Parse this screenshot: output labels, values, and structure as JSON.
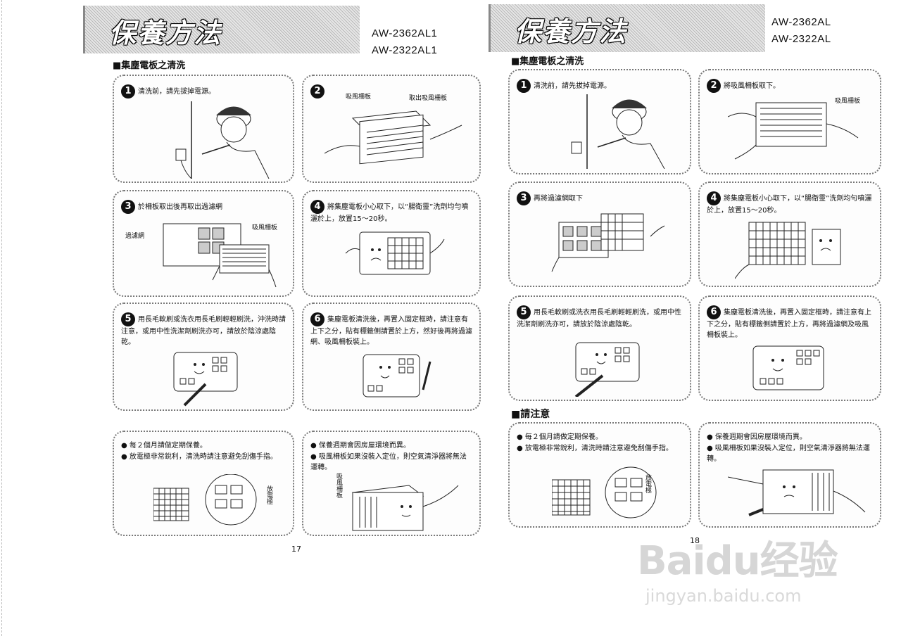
{
  "left": {
    "title": "保養方法",
    "models": [
      "AW-2362AL1",
      "AW-2322AL1"
    ],
    "section1": "■集塵電板之清洗",
    "cards": [
      {
        "num": "1",
        "text": "清洗前，請先拔掉電源。",
        "labels": []
      },
      {
        "num": "2",
        "text": "",
        "labels": [
          "吸風柵板",
          "取出吸風柵板"
        ]
      },
      {
        "num": "3",
        "text": "於柵板取出後再取出過濾網",
        "labels": [
          "過濾網",
          "吸風柵板"
        ]
      },
      {
        "num": "4",
        "text": "將集塵電板小心取下，以“腸衛靈”洗劑均勻噴灑於上，放置15～20秒。",
        "labels": []
      },
      {
        "num": "5",
        "text": "用長毛軟刷或洗衣用長毛刷輕輕刷洗，沖洗時請注意，或用中性洗潔劑刷洗亦可，請放於陰涼處陰乾。",
        "labels": []
      },
      {
        "num": "6",
        "text": "集塵電板清洗後，再置入固定框時，請注意有上下之分，貼有標籤側請置於上方，然好後再將過濾網、吸風柵板裝上。",
        "labels": []
      }
    ],
    "notes": [
      {
        "bullets": [
          "每２個月請做定期保養。",
          "放電極非常銳利，清洗時請注意避免刮傷手指。"
        ],
        "labels": [
          "放電極"
        ]
      },
      {
        "bullets": [
          "保養週期會因房屋環境而異。",
          "吸風柵板如果沒裝入定位，則空氣清淨器將無法運轉。"
        ],
        "labels": [
          "吸風柵板"
        ]
      }
    ],
    "page_number": "17"
  },
  "right": {
    "title": "保養方法",
    "models": [
      "AW-2362AL",
      "AW-2322AL"
    ],
    "section1": "■集塵電板之清洗",
    "section2": "■請注意",
    "cards": [
      {
        "num": "1",
        "text": "清洗前，請先拔掉電源。",
        "labels": []
      },
      {
        "num": "2",
        "text": "將吸風柵板取下。",
        "labels": [
          "吸風柵板"
        ]
      },
      {
        "num": "3",
        "text": "再將過濾網取下",
        "labels": []
      },
      {
        "num": "4",
        "text": "將集塵電板小心取下，以“腸衛靈”洗劑均勻噴灑於上，放置15～20秒。",
        "labels": []
      },
      {
        "num": "5",
        "text": "用長毛軟刷或洗衣用長毛刷輕輕刷洗，或用中性洗潔劑刷洗亦可，請放於陰涼處陰乾。",
        "labels": []
      },
      {
        "num": "6",
        "text": "集塵電板清洗後，再置入固定框時，請注意有上下之分，貼有標籤側請置於上方，再將過濾網及吸風柵板裝上。",
        "labels": []
      }
    ],
    "notes": [
      {
        "bullets": [
          "每２個月請做定期保養。",
          "放電極非常銳利，清洗時請注意避免刮傷手指。"
        ],
        "labels": [
          "放電極"
        ]
      },
      {
        "bullets": [
          "保養週期會因房屋環境而異。",
          "吸風柵板如果沒裝入定位，則空氣清淨器將無法運轉。"
        ],
        "labels": []
      }
    ],
    "page_number": "18"
  },
  "watermark": {
    "brand": "Baidu经验",
    "url": "jingyan.baidu.com"
  }
}
